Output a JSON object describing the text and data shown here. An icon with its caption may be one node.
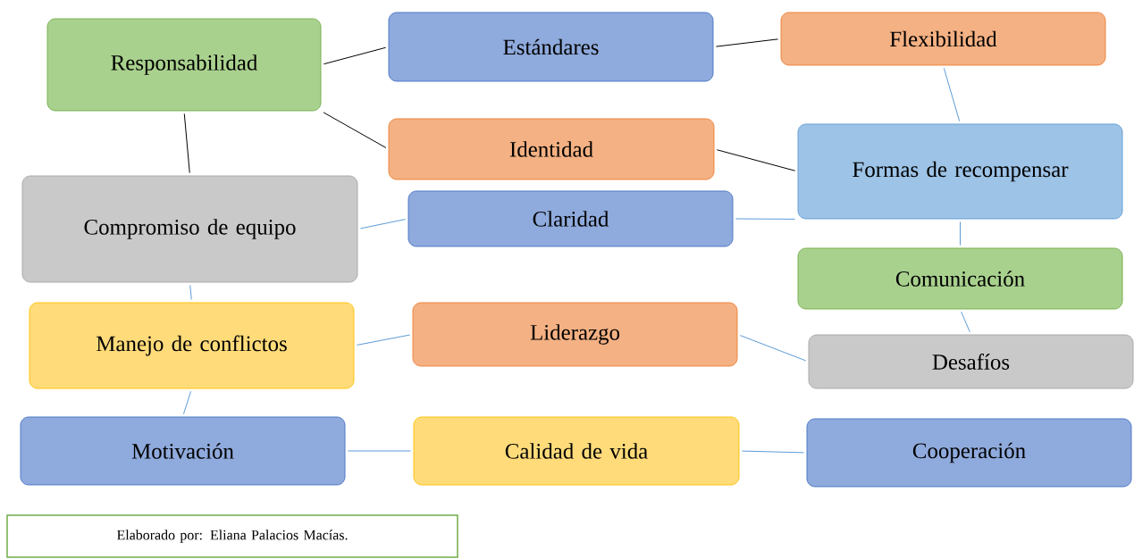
{
  "diagram": {
    "nodes": [
      {
        "text": [
          "Responsabilidad"
        ]
      },
      {
        "text": [
          "Estándares"
        ]
      },
      {
        "text": [
          "Flexibilidad"
        ]
      },
      {
        "text": [
          "Identidad"
        ]
      },
      {
        "text": [
          "Formas de recompensar"
        ]
      },
      {
        "text": [
          "Compromiso de equipo"
        ]
      },
      {
        "text": [
          "Claridad"
        ]
      },
      {
        "text": [
          "Comunicación"
        ]
      },
      {
        "text": [
          "Manejo de conflictos"
        ]
      },
      {
        "text": [
          "Liderazgo"
        ]
      },
      {
        "text": [
          "Desafíos"
        ]
      },
      {
        "text": [
          "Motivación"
        ]
      },
      {
        "text": [
          "Calidad de vida"
        ]
      },
      {
        "text": [
          "Cooperación"
        ]
      },
      {
        "text": [
          "Elaborado por: Eliana Palacios Macías."
        ]
      }
    ],
    "edges": [
      {
        "from": 0,
        "to": 1,
        "arrow": "none",
        "color": "#000000"
      },
      {
        "from": 0,
        "to": 3,
        "arrow": "none",
        "color": "#000000"
      },
      {
        "from": 0,
        "to": 5,
        "arrow": "none",
        "color": "#000000"
      },
      {
        "from": 1,
        "to": 2,
        "arrow": "none",
        "color": "#000000"
      },
      {
        "from": 3,
        "to": 4,
        "arrow": "none",
        "color": "#000000"
      },
      {
        "from": 2,
        "to": 4,
        "arrow": "none"
      },
      {
        "from": 6,
        "to": 4,
        "arrow": "none"
      },
      {
        "from": 5,
        "to": 6,
        "arrow": "none"
      },
      {
        "from": 4,
        "to": 7,
        "arrow": "none"
      },
      {
        "from": 7,
        "to": 10,
        "arrow": "none"
      },
      {
        "from": 5,
        "to": 8,
        "arrow": "none"
      },
      {
        "from": 8,
        "to": 9,
        "arrow": "none"
      },
      {
        "from": 9,
        "to": 10,
        "arrow": "none"
      },
      {
        "from": 8,
        "to": 11,
        "arrow": "none"
      },
      {
        "from": 11,
        "to": 12,
        "arrow": "none"
      },
      {
        "from": 12,
        "to": 13,
        "arrow": "none"
      }
    ]
  }
}
